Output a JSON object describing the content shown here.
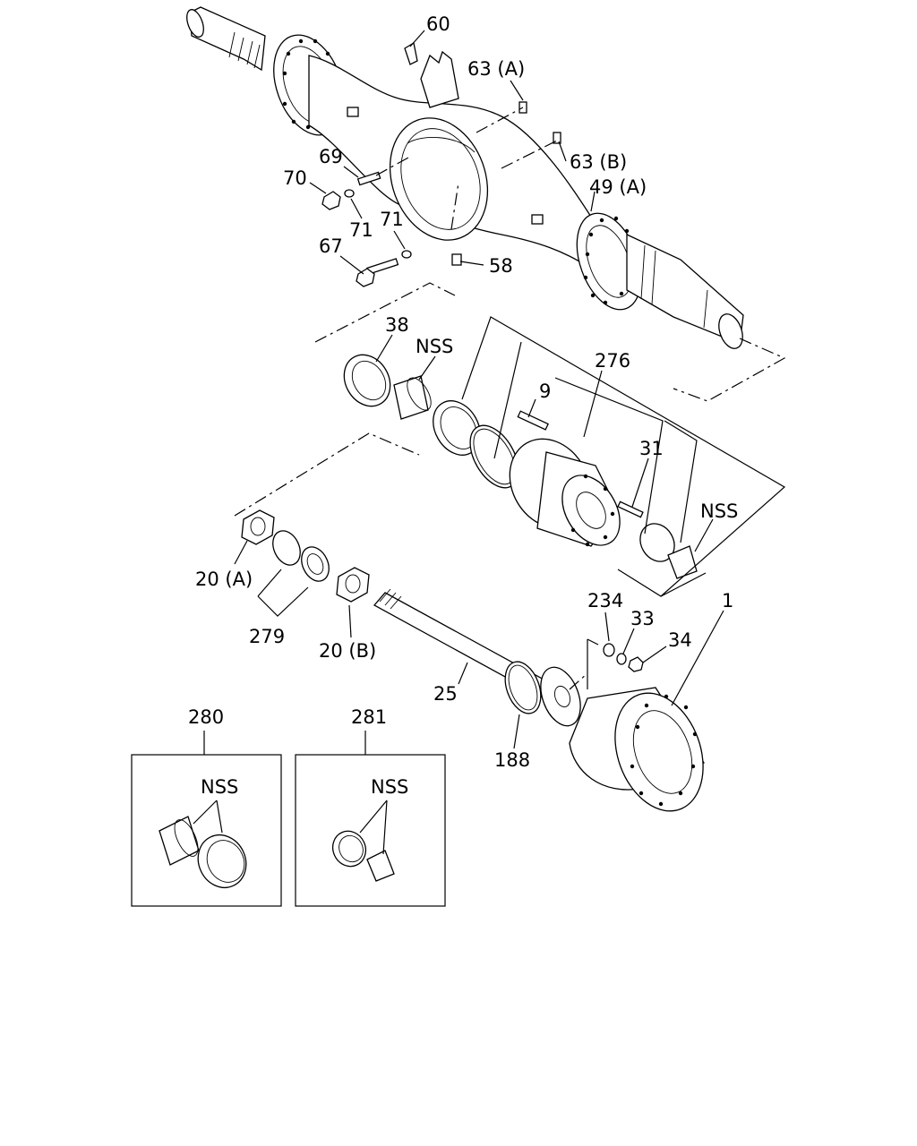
{
  "labels": {
    "p60": "60",
    "p63a": "63 (A)",
    "p63b": "63 (B)",
    "p69": "69",
    "p70": "70",
    "p71a": "71",
    "p71b": "71",
    "p49a": "49 (A)",
    "p67": "67",
    "p58": "58",
    "p38": "38",
    "nss1": "NSS",
    "p276": "276",
    "p9": "9",
    "p31": "31",
    "nss2": "NSS",
    "p20a": "20 (A)",
    "p279": "279",
    "p20b": "20 (B)",
    "p234": "234",
    "p33": "33",
    "p34": "34",
    "p1": "1",
    "p25": "25",
    "p188": "188",
    "p280": "280",
    "p281": "281",
    "nss3": "NSS",
    "nss4": "NSS"
  }
}
